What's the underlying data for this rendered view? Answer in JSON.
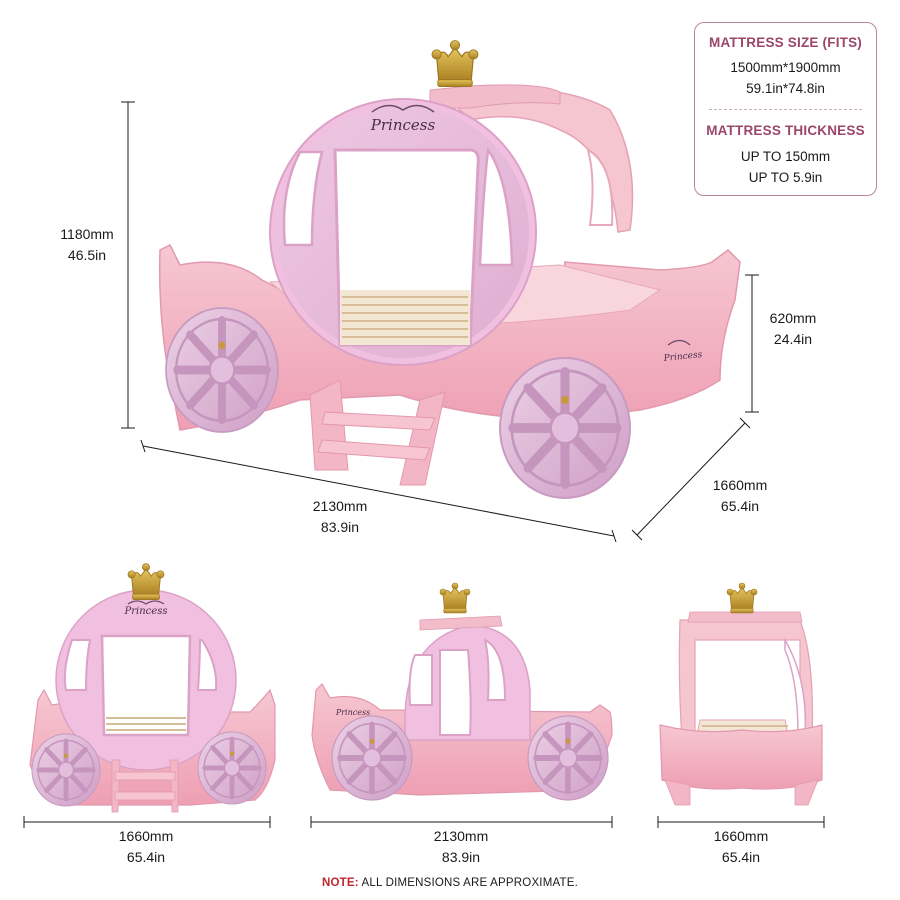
{
  "spec_box": {
    "mattress_size_title": "MATTRESS SIZE (FITS)",
    "mattress_size_mm": "1500mm*1900mm",
    "mattress_size_in": "59.1in*74.8in",
    "mattress_thickness_title": "MATTRESS THICKNESS",
    "mattress_thickness_mm": "UP TO 150mm",
    "mattress_thickness_in": "UP TO 5.9in"
  },
  "main_view": {
    "carriage_label": "Princess",
    "side_label": "Princess",
    "height_mm": "1180mm",
    "height_in": "46.5in",
    "side_height_mm": "620mm",
    "side_height_in": "24.4in",
    "length_mm": "2130mm",
    "length_in": "83.9in",
    "width_mm": "1660mm",
    "width_in": "65.4in"
  },
  "front_view": {
    "carriage_label": "Princess",
    "width_mm": "1660mm",
    "width_in": "65.4in"
  },
  "side_view": {
    "side_label": "Princess",
    "length_mm": "2130mm",
    "length_in": "83.9in"
  },
  "back_view": {
    "width_mm": "1660mm",
    "width_in": "65.4in"
  },
  "note": {
    "label": "NOTE:",
    "text": " ALL DIMENSIONS ARE APPROXIMATE."
  },
  "colors": {
    "pink_body": "#f4bcc9",
    "lilac_wheel": "#dcb8d6",
    "gold_crown": "#c9a13a",
    "accent_text": "#9b4668",
    "note_red": "#c0262d"
  }
}
